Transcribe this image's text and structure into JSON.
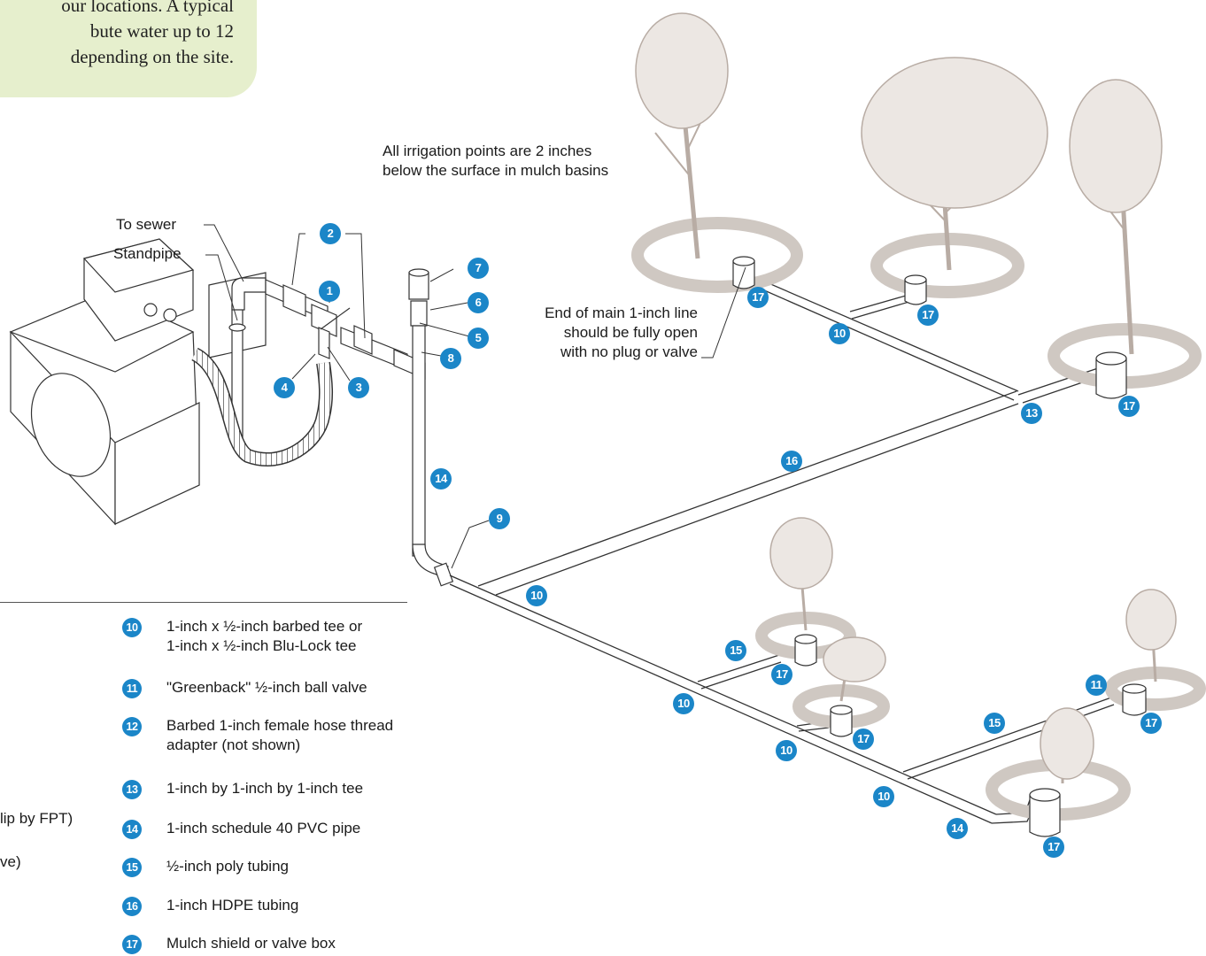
{
  "callout": {
    "lines": [
      "our locations. A typical",
      "bute water up to 12",
      "depending on the site."
    ]
  },
  "notes": {
    "irrigation": [
      "All irrigation points are 2 inches",
      "below the surface in mulch basins"
    ],
    "to_sewer": "To sewer",
    "standpipe": "Standpipe",
    "end_of_line": [
      "End of main 1-inch line",
      "should be fully open",
      "with no plug or valve"
    ]
  },
  "partial_legend": [
    "lip by FPT)",
    "ve)"
  ],
  "legend": [
    {
      "number": "10",
      "text": [
        "1-inch x ½-inch barbed tee or",
        "1-inch x ½-inch Blu-Lock tee"
      ]
    },
    {
      "number": "11",
      "text": [
        "\"Greenback\" ½-inch ball valve"
      ]
    },
    {
      "number": "12",
      "text": [
        "Barbed 1-inch female hose thread",
        "adapter (not shown)"
      ]
    },
    {
      "number": "13",
      "text": [
        "1-inch by 1-inch by 1-inch tee"
      ]
    },
    {
      "number": "14",
      "text": [
        "1-inch schedule 40 PVC pipe"
      ]
    },
    {
      "number": "15",
      "text": [
        "½-inch poly tubing"
      ]
    },
    {
      "number": "16",
      "text": [
        "1-inch HDPE tubing"
      ]
    },
    {
      "number": "17",
      "text": [
        "Mulch shield or valve box"
      ]
    }
  ],
  "markers": {
    "m1": "1",
    "m2": "2",
    "m3": "3",
    "m4": "4",
    "m5": "5",
    "m6": "6",
    "m7": "7",
    "m8": "8",
    "m9": "9",
    "m10a": "10",
    "m10b": "10",
    "m10c": "10",
    "m10d": "10",
    "m10e": "10",
    "m11": "11",
    "m13": "13",
    "m14a": "14",
    "m14b": "14",
    "m15a": "15",
    "m15b": "15",
    "m16": "16",
    "m17a": "17",
    "m17b": "17",
    "m17c": "17",
    "m17d": "17",
    "m17e": "17",
    "m17f": "17"
  },
  "colors": {
    "accent": "#1b86c8",
    "callout_bg": "#e6efcd",
    "tree": "#b8aca4",
    "mulch_ring": "#cfc8c2"
  }
}
